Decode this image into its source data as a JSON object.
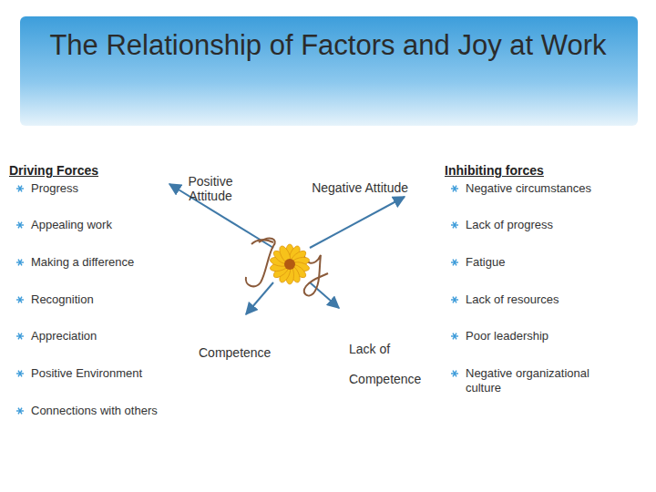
{
  "diagram": {
    "title": "The Relationship of Factors and Joy at Work",
    "labels": [
      "Driving Forces",
      "Progress",
      "Appealing work",
      "Making a difference",
      "Recognition",
      "Appreciation",
      "Positive Environment",
      "Connections with others",
      "Positive Attitude",
      "Negative Attitude",
      "Competence",
      "Lack of Competence",
      "Inhibiting forces",
      "Negative circumstances",
      "Lack of progress",
      "Fatigue",
      "Lack of resources",
      "Poor leadership",
      "Negative organizational culture"
    ]
  }
}
